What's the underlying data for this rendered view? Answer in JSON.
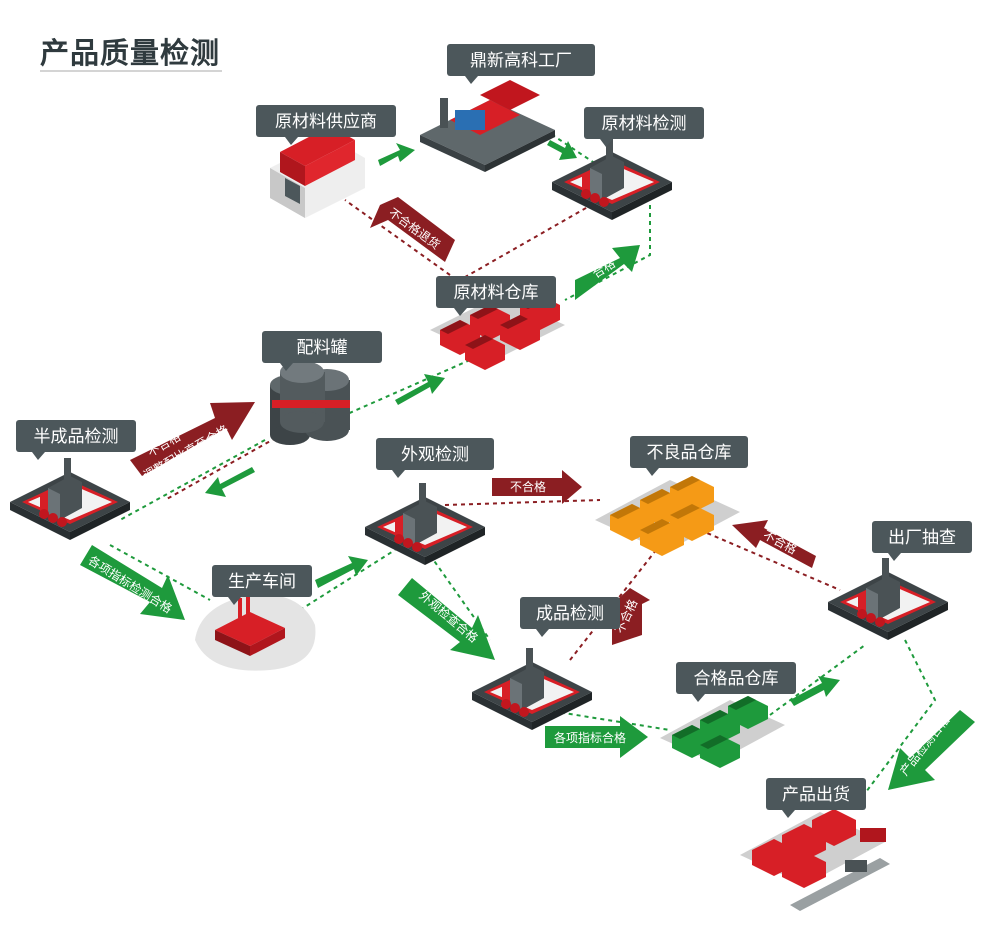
{
  "title": "产品质量检测",
  "colors": {
    "dark_red": "#8b1e22",
    "red": "#d71f26",
    "green": "#1e9a3c",
    "orange": "#f59a16",
    "label_bg": "#4c575b",
    "base_gray": "#535b5e"
  },
  "nodes": {
    "factory": "鼎新高科工厂",
    "raw_supplier": "原材料供应商",
    "raw_inspection": "原材料检测",
    "raw_warehouse": "原材料仓库",
    "mixing_tank": "配料罐",
    "semi_inspection": "半成品检测",
    "workshop": "生产车间",
    "appearance_inspection": "外观检测",
    "defect_warehouse": "不良品仓库",
    "factory_check": "出厂抽查",
    "finished_inspection": "成品检测",
    "qualified_warehouse": "合格品仓库",
    "shipping": "产品出货"
  },
  "arrows": {
    "return_unqualified": "不合格退货",
    "qualified_raw": "合格",
    "adjust_line1": "不合格",
    "adjust_line2": "调整配比直至合格",
    "all_pass_semi": "各项指标检测合格",
    "unqualified_appearance": "不合格",
    "appearance_pass": "外观检查合格",
    "unqualified_finished": "不合格",
    "unqualified_check": "不合格",
    "all_pass_finished": "各项指标合格",
    "ship_pass": "产品检测合格"
  }
}
